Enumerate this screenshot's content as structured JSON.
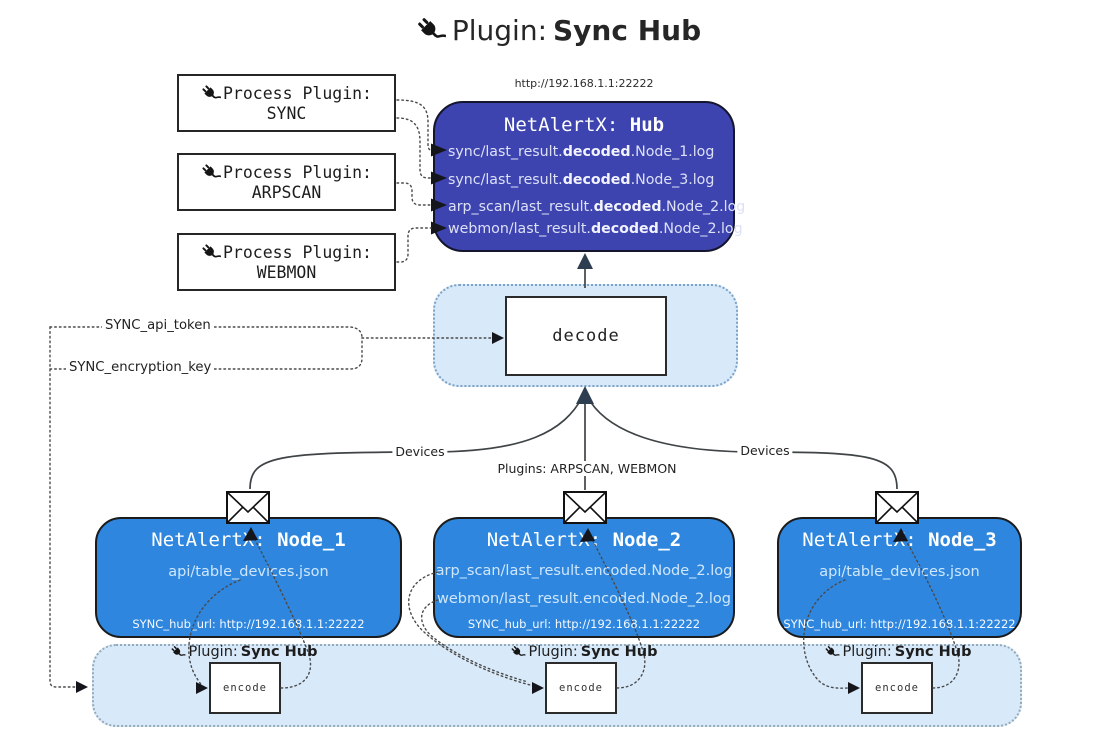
{
  "title": {
    "prefix": "Plugin: ",
    "bold": "Sync Hub"
  },
  "hub": {
    "url": "http://192.168.1.1:22222",
    "title_prefix": "NetAlertX: ",
    "title_bold": "Hub",
    "logs": [
      {
        "pre": "sync/last_result.",
        "bold": "decoded",
        "post": ".Node_1.log"
      },
      {
        "pre": "sync/last_result.",
        "bold": "decoded",
        "post": ".Node_3.log"
      },
      {
        "pre": "arp_scan/last_result.",
        "bold": "decoded",
        "post": ".Node_2.log"
      },
      {
        "pre": "webmon/last_result.",
        "bold": "decoded",
        "post": ".Node_2.log"
      }
    ]
  },
  "process_plugins": [
    {
      "label": "Process Plugin:",
      "name": "SYNC"
    },
    {
      "label": "Process Plugin:",
      "name": "ARPSCAN"
    },
    {
      "label": "Process Plugin:",
      "name": "WEBMON"
    }
  ],
  "decode": {
    "label": "decode"
  },
  "settings": {
    "api_token": "SYNC_api_token",
    "encryption_key": "SYNC_encryption_key"
  },
  "edges": {
    "devices_left": "Devices",
    "devices_right": "Devices",
    "plugins_center": "Plugins: ARPSCAN, WEBMON"
  },
  "nodes": [
    {
      "title_prefix": "NetAlertX: ",
      "title_bold": "Node_1",
      "lines": [
        "api/table_devices.json"
      ],
      "hub_url": "SYNC_hub_url: http://192.168.1.1:22222"
    },
    {
      "title_prefix": "NetAlertX: ",
      "title_bold": "Node_2",
      "lines": [
        "arp_scan/last_result.encoded.Node_2.log",
        "webmon/last_result.encoded.Node_2.log"
      ],
      "hub_url": "SYNC_hub_url: http://192.168.1.1:22222"
    },
    {
      "title_prefix": "NetAlertX: ",
      "title_bold": "Node_3",
      "lines": [
        "api/table_devices.json"
      ],
      "hub_url": "SYNC_hub_url: http://192.168.1.1:22222"
    }
  ],
  "band": {
    "plugin_prefix": "Plugin: ",
    "plugin_bold": "Sync Hub",
    "encode_label": "encode"
  },
  "colors": {
    "hub_fill": "#3d43af",
    "node_fill": "#2e86de",
    "container_fill": "#d8e9f9",
    "container_border": "#7ba2c9",
    "box_border": "#1b1b1b",
    "wire": "#3f4447"
  }
}
